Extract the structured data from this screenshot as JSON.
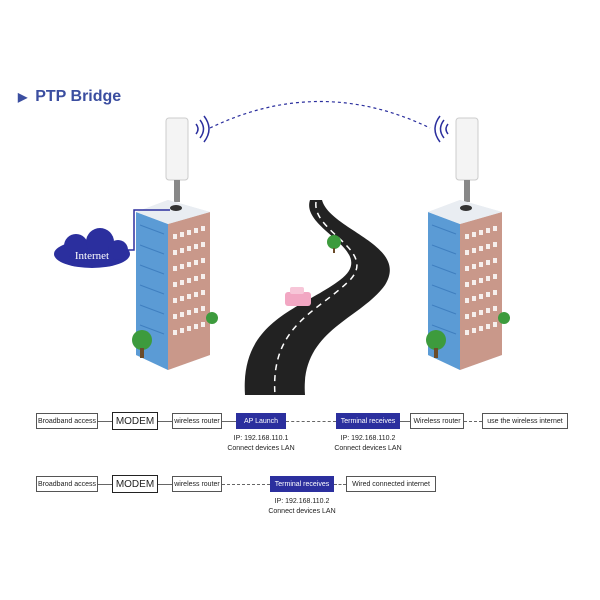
{
  "title": "PTP Bridge",
  "internet_label": "Internet",
  "row1": {
    "broadband": "Broadband access",
    "modem": "MODEM",
    "router1": "wireless router",
    "ap": "AP Launch",
    "ap_ip": "IP: 192.168.110.1",
    "ap_lan": "Connect devices LAN",
    "terminal": "Terminal receives",
    "terminal_ip": "IP: 192.168.110.2",
    "terminal_lan": "Connect devices LAN",
    "router2": "Wireless router",
    "use": "use the wireless internet"
  },
  "row2": {
    "broadband": "Broadband access",
    "modem": "MODEM",
    "router1": "wireless router",
    "terminal": "Terminal receives",
    "terminal_ip": "IP: 192.168.110.2",
    "terminal_lan": "Connect devices LAN",
    "wired": "Wired connected internet"
  },
  "colors": {
    "accent": "#2b2f9e",
    "title": "#3b4ea0",
    "building_glass": "#5b9bd5",
    "building_brick": "#c9988a"
  }
}
